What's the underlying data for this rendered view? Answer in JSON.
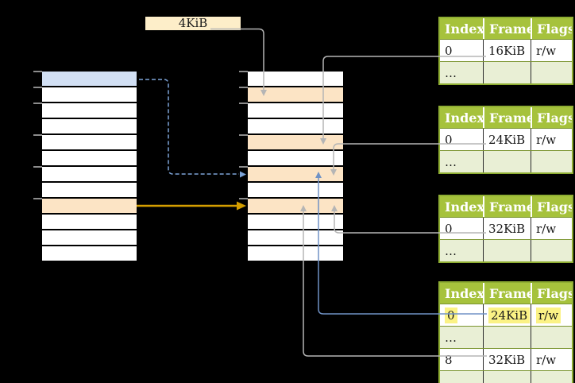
{
  "colors": {
    "bg": "#000000",
    "row-white": "#ffffff",
    "row-orange": "#fce4c5",
    "row-blue": "#d2e0f4",
    "box-cream": "#fdeec9",
    "table-green": "#a6c23c",
    "table-border": "#8fae33",
    "table-row-light": "#e9efd5",
    "table-grid-h": "#7a942e",
    "table-grid-v": "#2a2a2a",
    "line-gray": "#b5b5b5",
    "line-blue": "#7092c5",
    "line-blue-dash": "#7da4d8",
    "line-amber": "#d49e00",
    "highlight-yellow": "#fbf285",
    "tick": "#8c8c8c",
    "text-dark": "#1a1a1a"
  },
  "page_size_box": {
    "label": "4KiB"
  },
  "left_column": {
    "rows": [
      "blue",
      "white",
      "white",
      "white",
      "white",
      "white",
      "white",
      "white",
      "orange",
      "white",
      "white",
      "white"
    ]
  },
  "middle_column": {
    "rows": [
      "white",
      "orange",
      "white",
      "white",
      "orange",
      "white",
      "orange",
      "white",
      "orange",
      "white",
      "white",
      "white"
    ]
  },
  "table_headers": [
    "Index",
    "Frame",
    "Flags"
  ],
  "page_tables": [
    {
      "rows": [
        {
          "cells": [
            "0",
            "16KiB",
            "r/w"
          ],
          "dots": false,
          "highlight": false
        },
        {
          "cells": [
            "…",
            "",
            ""
          ],
          "dots": true,
          "highlight": false
        }
      ]
    },
    {
      "rows": [
        {
          "cells": [
            "0",
            "24KiB",
            "r/w"
          ],
          "dots": false,
          "highlight": false
        },
        {
          "cells": [
            "…",
            "",
            ""
          ],
          "dots": true,
          "highlight": false
        }
      ]
    },
    {
      "rows": [
        {
          "cells": [
            "0",
            "32KiB",
            "r/w"
          ],
          "dots": false,
          "highlight": false
        },
        {
          "cells": [
            "…",
            "",
            ""
          ],
          "dots": true,
          "highlight": false
        }
      ]
    },
    {
      "rows": [
        {
          "cells": [
            "0",
            "24KiB",
            "r/w"
          ],
          "dots": false,
          "highlight": true
        },
        {
          "cells": [
            "…",
            "",
            ""
          ],
          "dots": true,
          "highlight": false
        },
        {
          "cells": [
            "8",
            "32KiB",
            "r/w"
          ],
          "dots": false,
          "highlight": false
        },
        {
          "cells": [
            "…",
            "",
            ""
          ],
          "dots": true,
          "highlight": false
        }
      ]
    }
  ]
}
